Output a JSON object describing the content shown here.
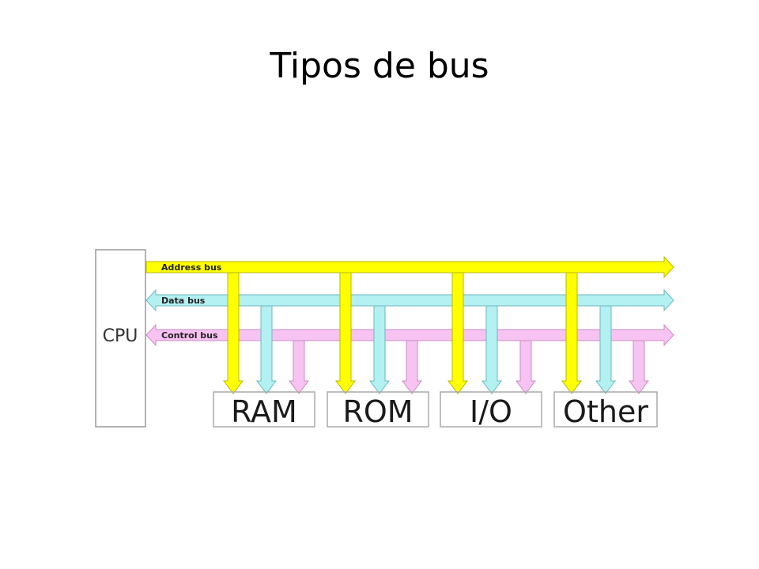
{
  "slide": {
    "title": "Tipos de bus"
  },
  "diagram": {
    "cpu_label": "CPU",
    "buses": [
      {
        "key": "address",
        "label": "Address bus",
        "color": "#ffff00",
        "stroke": "#b8b800",
        "direction": "right"
      },
      {
        "key": "data",
        "label": "Data bus",
        "color": "#b3f0f2",
        "stroke": "#6cb9bd",
        "direction": "both"
      },
      {
        "key": "control",
        "label": "Control bus",
        "color": "#f7c3f2",
        "stroke": "#c98cc2",
        "direction": "both"
      }
    ],
    "devices": [
      {
        "label": "RAM"
      },
      {
        "label": "ROM"
      },
      {
        "label": "I/O"
      },
      {
        "label": "Other"
      }
    ]
  }
}
